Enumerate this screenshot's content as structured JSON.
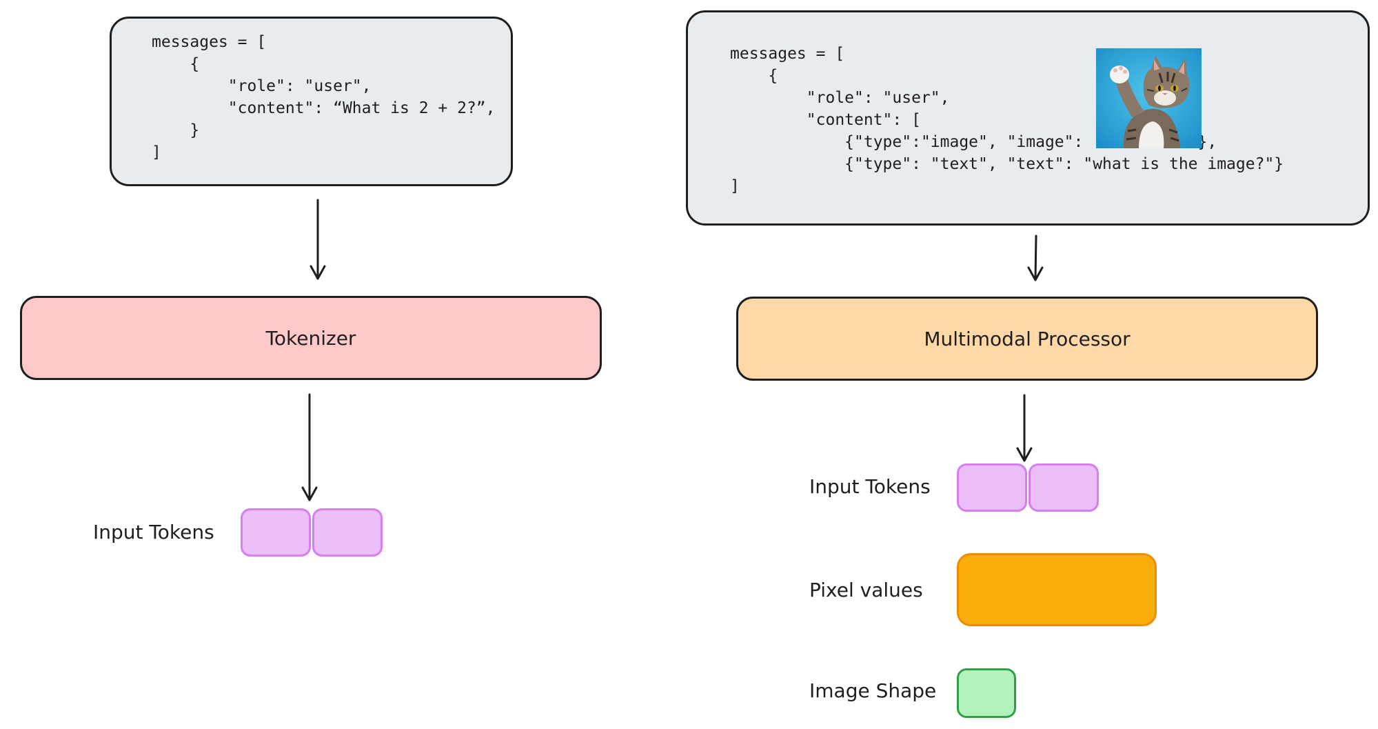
{
  "left_flow": {
    "code_lines": [
      "messages = [",
      "    {",
      "        \"role\": \"user\",",
      "        \"content\": “What is 2 + 2?”,",
      "    }",
      "]"
    ],
    "processor_label": "Tokenizer",
    "input_tokens_label": "Input Tokens"
  },
  "right_flow": {
    "code_lines": [
      "messages = [",
      "    {",
      "        \"role\": \"user\",",
      "        \"content\": [",
      "            {\"type\":\"image\", \"image\":            },",
      "            {\"type\": \"text\", \"text\": \"what is the image?\"}",
      "]"
    ],
    "image_icon": "cat-photo",
    "processor_label": "Multimodal Processor",
    "input_tokens_label": "Input Tokens",
    "pixel_values_label": "Pixel values",
    "image_shape_label": "Image Shape"
  },
  "colors": {
    "tokenizer_fill": "#ffc9c9",
    "multimodal_fill": "#ffd8a8",
    "token_fill": "#ebbdf9",
    "token_border": "#d67ef0",
    "pixel_fill": "#f8ad0a",
    "pixel_border": "#f08c00",
    "shape_fill": "#b2f2bb",
    "shape_border": "#2f9e44",
    "code_bg": "#e9ecef"
  }
}
